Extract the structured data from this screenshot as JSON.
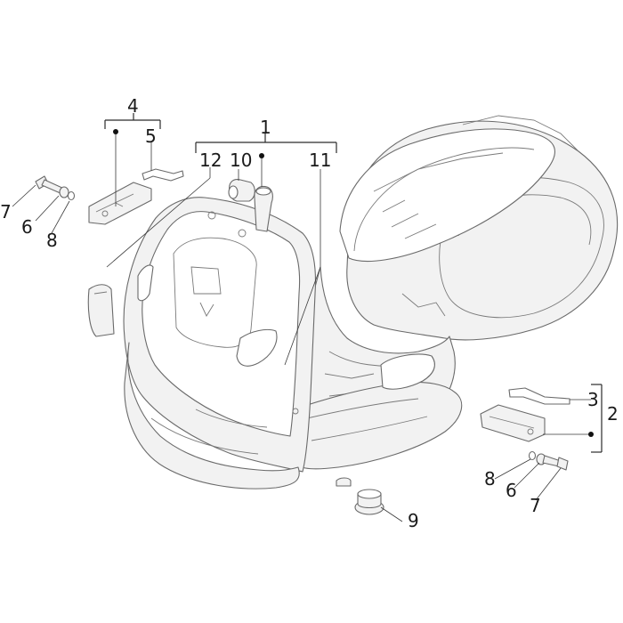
{
  "callouts": {
    "c1": "1",
    "c2": "2",
    "c3": "3",
    "c4": "4",
    "c5": "5",
    "c6a": "6",
    "c6b": "6",
    "c7a": "7",
    "c7b": "7",
    "c8a": "8",
    "c8b": "8",
    "c9": "9",
    "c10": "10",
    "c11": "11",
    "c12": "12"
  },
  "colors": {
    "line": "#2b2b2b",
    "part_stroke": "#6a6a6a",
    "part_fill": "#f2f2f2",
    "background": "#ffffff"
  }
}
